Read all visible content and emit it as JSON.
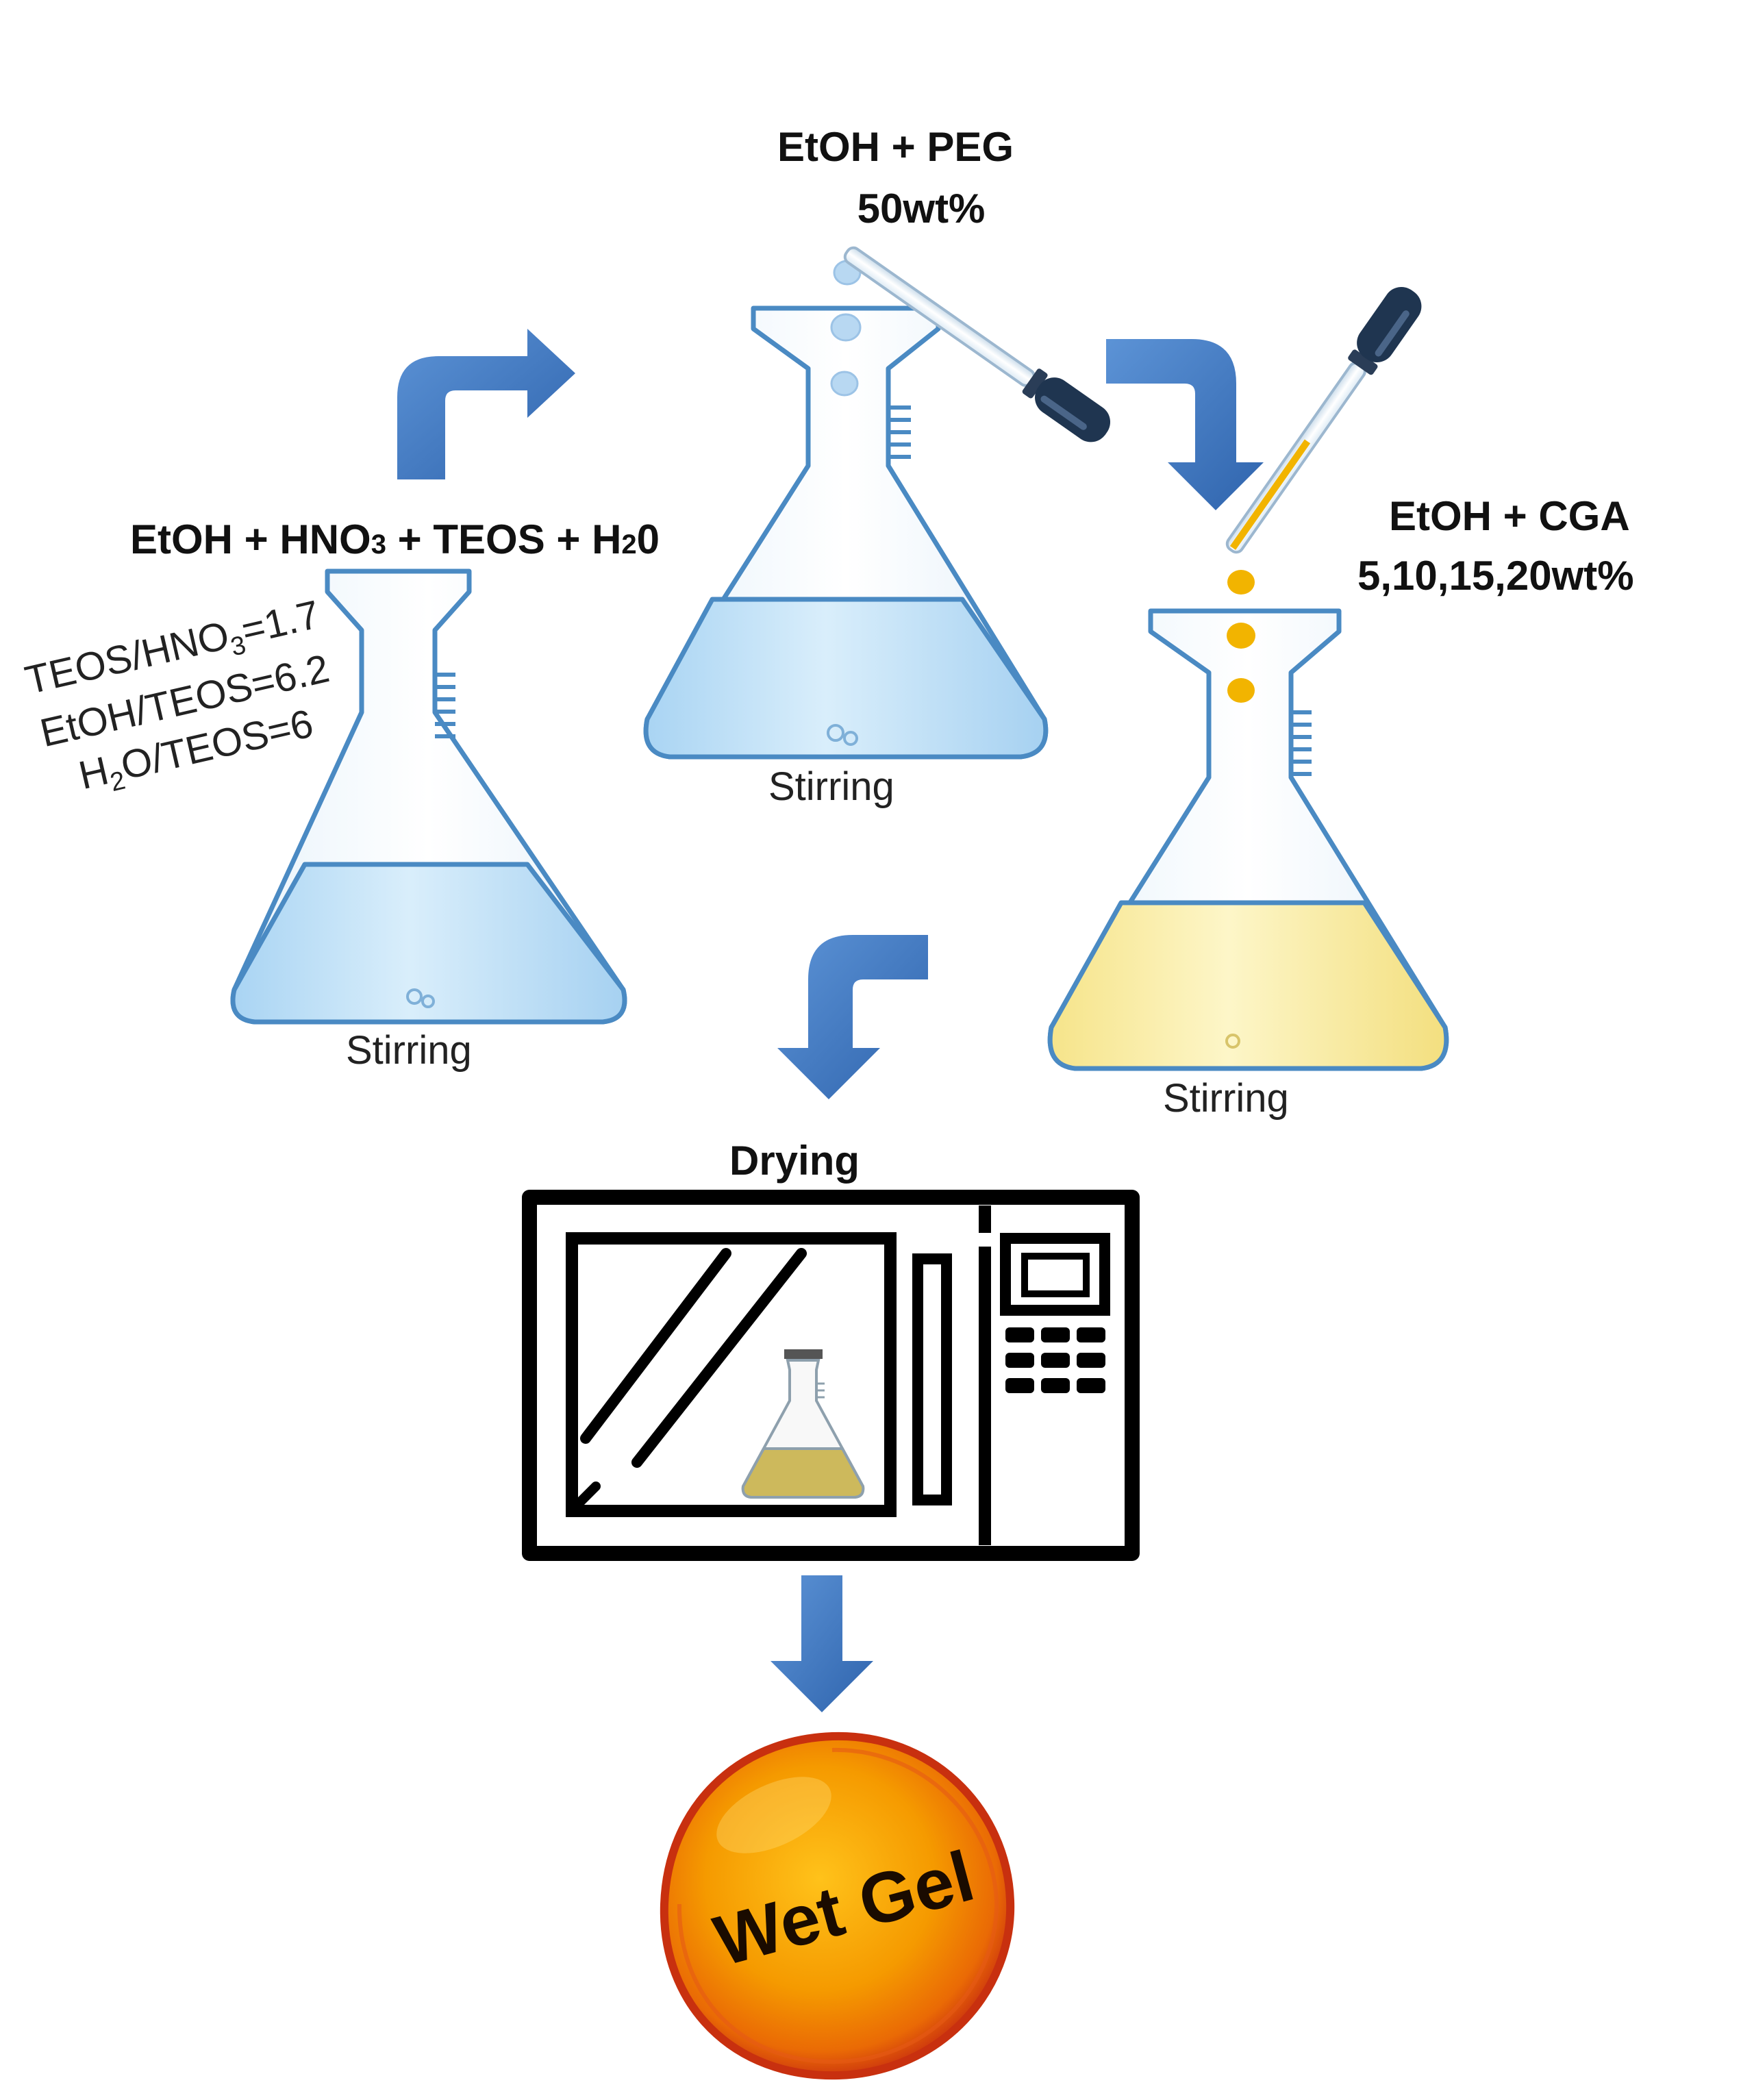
{
  "steps": {
    "step1": {
      "formula_parts": [
        "EtOH + HNO",
        "3",
        " + TEOS + H",
        "2",
        "0"
      ],
      "ratios": [
        [
          "TEOS/HNO",
          "3",
          "=1.7"
        ],
        [
          "EtOH/TEOS=6.2"
        ],
        [
          "H",
          "2",
          "O/TEOS=6"
        ]
      ],
      "action": "Stirring"
    },
    "step2": {
      "reagent_line1": "EtOH + PEG",
      "reagent_line2": "50wt%",
      "action": "Stirring"
    },
    "step3": {
      "reagent_line1": "EtOH + CGA",
      "reagent_line2": "5,10,15,20wt%",
      "action": "Stirring"
    },
    "step4": {
      "action": "Drying"
    },
    "result": {
      "label": "Wet Gel"
    }
  },
  "colors": {
    "arrow": "#3c74bf",
    "blue_liquid": "#bfe0f7",
    "yellow_liquid": "#f8eeaa",
    "dropper_bulb": "#1f3550",
    "yellow_drop": "#f2b400",
    "gel_orange": "#f29600",
    "gel_red": "#d23a12"
  }
}
